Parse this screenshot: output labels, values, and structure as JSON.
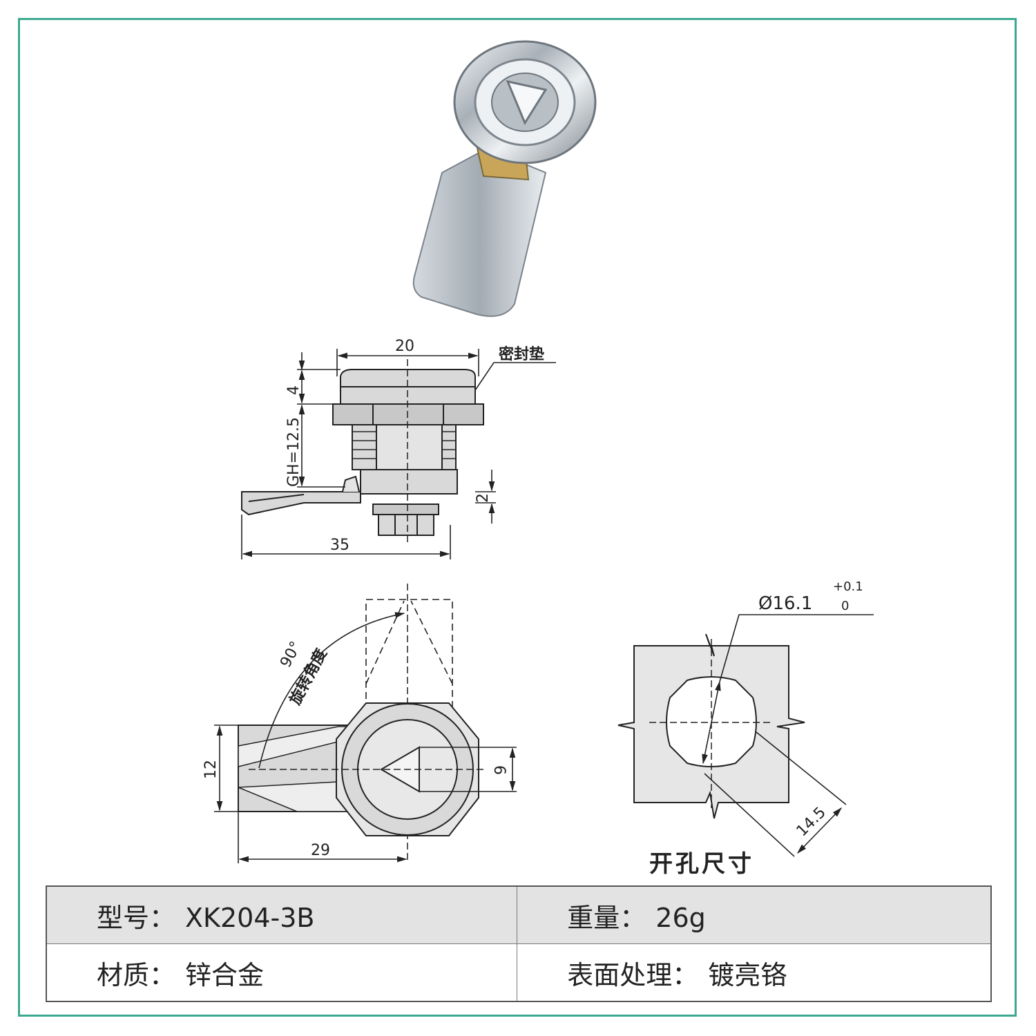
{
  "dimensions": {
    "top_view": {
      "width": "20",
      "seal": "密封垫",
      "height_cap": "4",
      "grip": "GH=12.5",
      "cam_thickness": "2",
      "length": "35"
    },
    "front_view": {
      "angle": "90°",
      "angle_label": "旋转角度",
      "cam_width": "12",
      "triangle": "6",
      "length": "29"
    },
    "cutout": {
      "diameter": "Ø16.1",
      "tol_upper": "+0.1",
      "tol_lower": "0",
      "flat": "14.5",
      "caption": "开孔尺寸"
    }
  },
  "spec": {
    "model_label": "型号：",
    "model_value": "XK204-3B",
    "weight_label": "重量：",
    "weight_value": "26g",
    "material_label": "材质：",
    "material_value": "锌合金",
    "finish_label": "表面处理：",
    "finish_value": "镀亮铬"
  },
  "colors": {
    "frame": "#3aa98f",
    "metal": "#d9d9d9",
    "line": "#222222"
  }
}
